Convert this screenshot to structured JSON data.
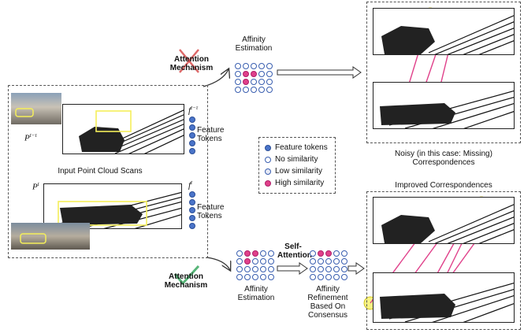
{
  "diagram": {
    "top_branch": {
      "attention_label": "Attention Mechanism",
      "affinity_label": "Affinity Estimation",
      "status": "cross"
    },
    "bottom_branch": {
      "attention_label": "Attention Mechanism",
      "affinity_label": "Affinity Estimation",
      "self_attention_label": "Self-Attention",
      "refinement_label": "Affinity Refinement Based On Consensus",
      "status": "check"
    },
    "input": {
      "caption": "Input Point Cloud Scans",
      "p_prev": "P",
      "p_prev_sup": "t−τ",
      "p_curr": "P",
      "p_curr_sup": "t",
      "f_prev": "f",
      "f_prev_sup": "t−τ",
      "f_curr": "f",
      "f_curr_sup": "t",
      "feature_tokens_top": "Feature Tokens",
      "feature_tokens_bottom": "Feature Tokens"
    },
    "legend": {
      "items": [
        "Feature tokens",
        "No similarity",
        "Low similarity",
        "High similarity"
      ]
    },
    "outputs": {
      "noisy_caption": "Noisy (in this case: Missing) Correspondences",
      "improved_caption": "Improved Correspondences"
    },
    "colors": {
      "token": "#4a74c9",
      "high_similarity": "#e0408a",
      "correspondence_line": "#e0408a",
      "cross": "#d85050",
      "check": "#3aa860",
      "highlight": "#f5ef5a"
    }
  }
}
